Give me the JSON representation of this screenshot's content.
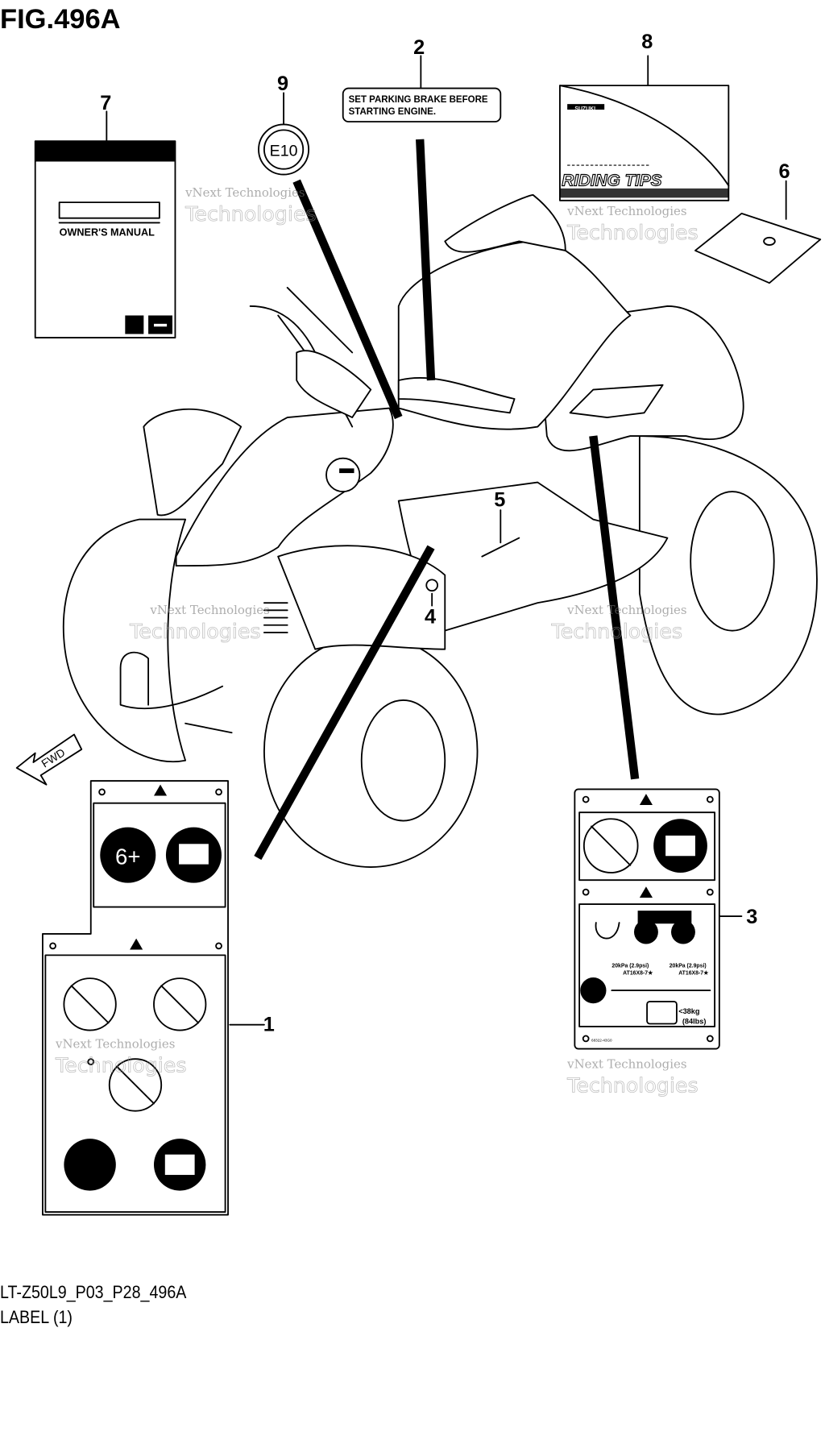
{
  "title": "FIG.496A",
  "footer": {
    "code": "LT-Z50L9_P03_P28_496A",
    "name": "LABEL (1)"
  },
  "callouts": [
    "1",
    "2",
    "3",
    "4",
    "5",
    "6",
    "7",
    "8",
    "9"
  ],
  "label_2_text": [
    "SET PARKING BRAKE BEFORE",
    "STARTING ENGINE."
  ],
  "label_7_text": "OWNER'S MANUAL",
  "label_8_text": "RIDING TIPS",
  "label_9_text": "E10",
  "label_1_age": "6+",
  "label_3": {
    "pressure_left": "20kPa (2.9psi)",
    "tire_left": "AT16X8-7★",
    "pressure_right": "20kPa (2.9psi)",
    "tire_right": "AT16X8-7★",
    "load_kg": "<38kg",
    "load_lbs": "(84lbs)",
    "part_no": "68322-43G0"
  },
  "fwd_label": "FWD",
  "brand": "SUZUKI",
  "watermark": [
    "vNext Technologies",
    "vNext",
    "Technologies"
  ]
}
